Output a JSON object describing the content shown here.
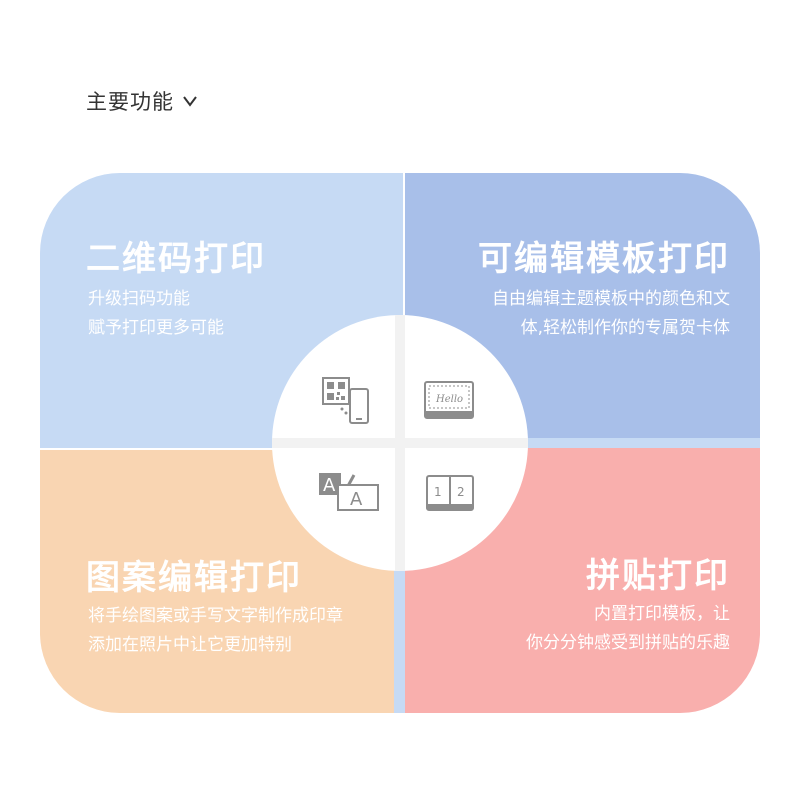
{
  "header": {
    "title": "主要功能"
  },
  "features": [
    {
      "title": "二维码打印",
      "lines": [
        "升级扫码功能",
        "赋予打印更多可能"
      ]
    },
    {
      "title": "可编辑模板打印",
      "lines": [
        "自由编辑主题模板中的颜色和文",
        "体,轻松制作你的专属贺卡体"
      ]
    },
    {
      "title": "图案编辑打印",
      "lines": [
        "将手绘图案或手写文字制作成印章",
        "添加在照片中让它更加特别"
      ]
    },
    {
      "title": "拼贴打印",
      "lines": [
        "内置打印模板，让",
        "你分分钟感受到拼贴的乐趣"
      ]
    }
  ],
  "icons": {
    "qr": "qr-phone-icon",
    "template": "hello-template-icon",
    "text": "text-edit-icon",
    "split": "split-layout-icon",
    "hello_text": "Hello",
    "text_letter": "A",
    "split_labels": [
      "1",
      "2"
    ]
  },
  "colors": {
    "q1": "#c6daf4",
    "q2": "#a8bfe9",
    "q3": "#f9d5b2",
    "q4": "#f9afad",
    "icon_gray": "#8c8c8c"
  }
}
